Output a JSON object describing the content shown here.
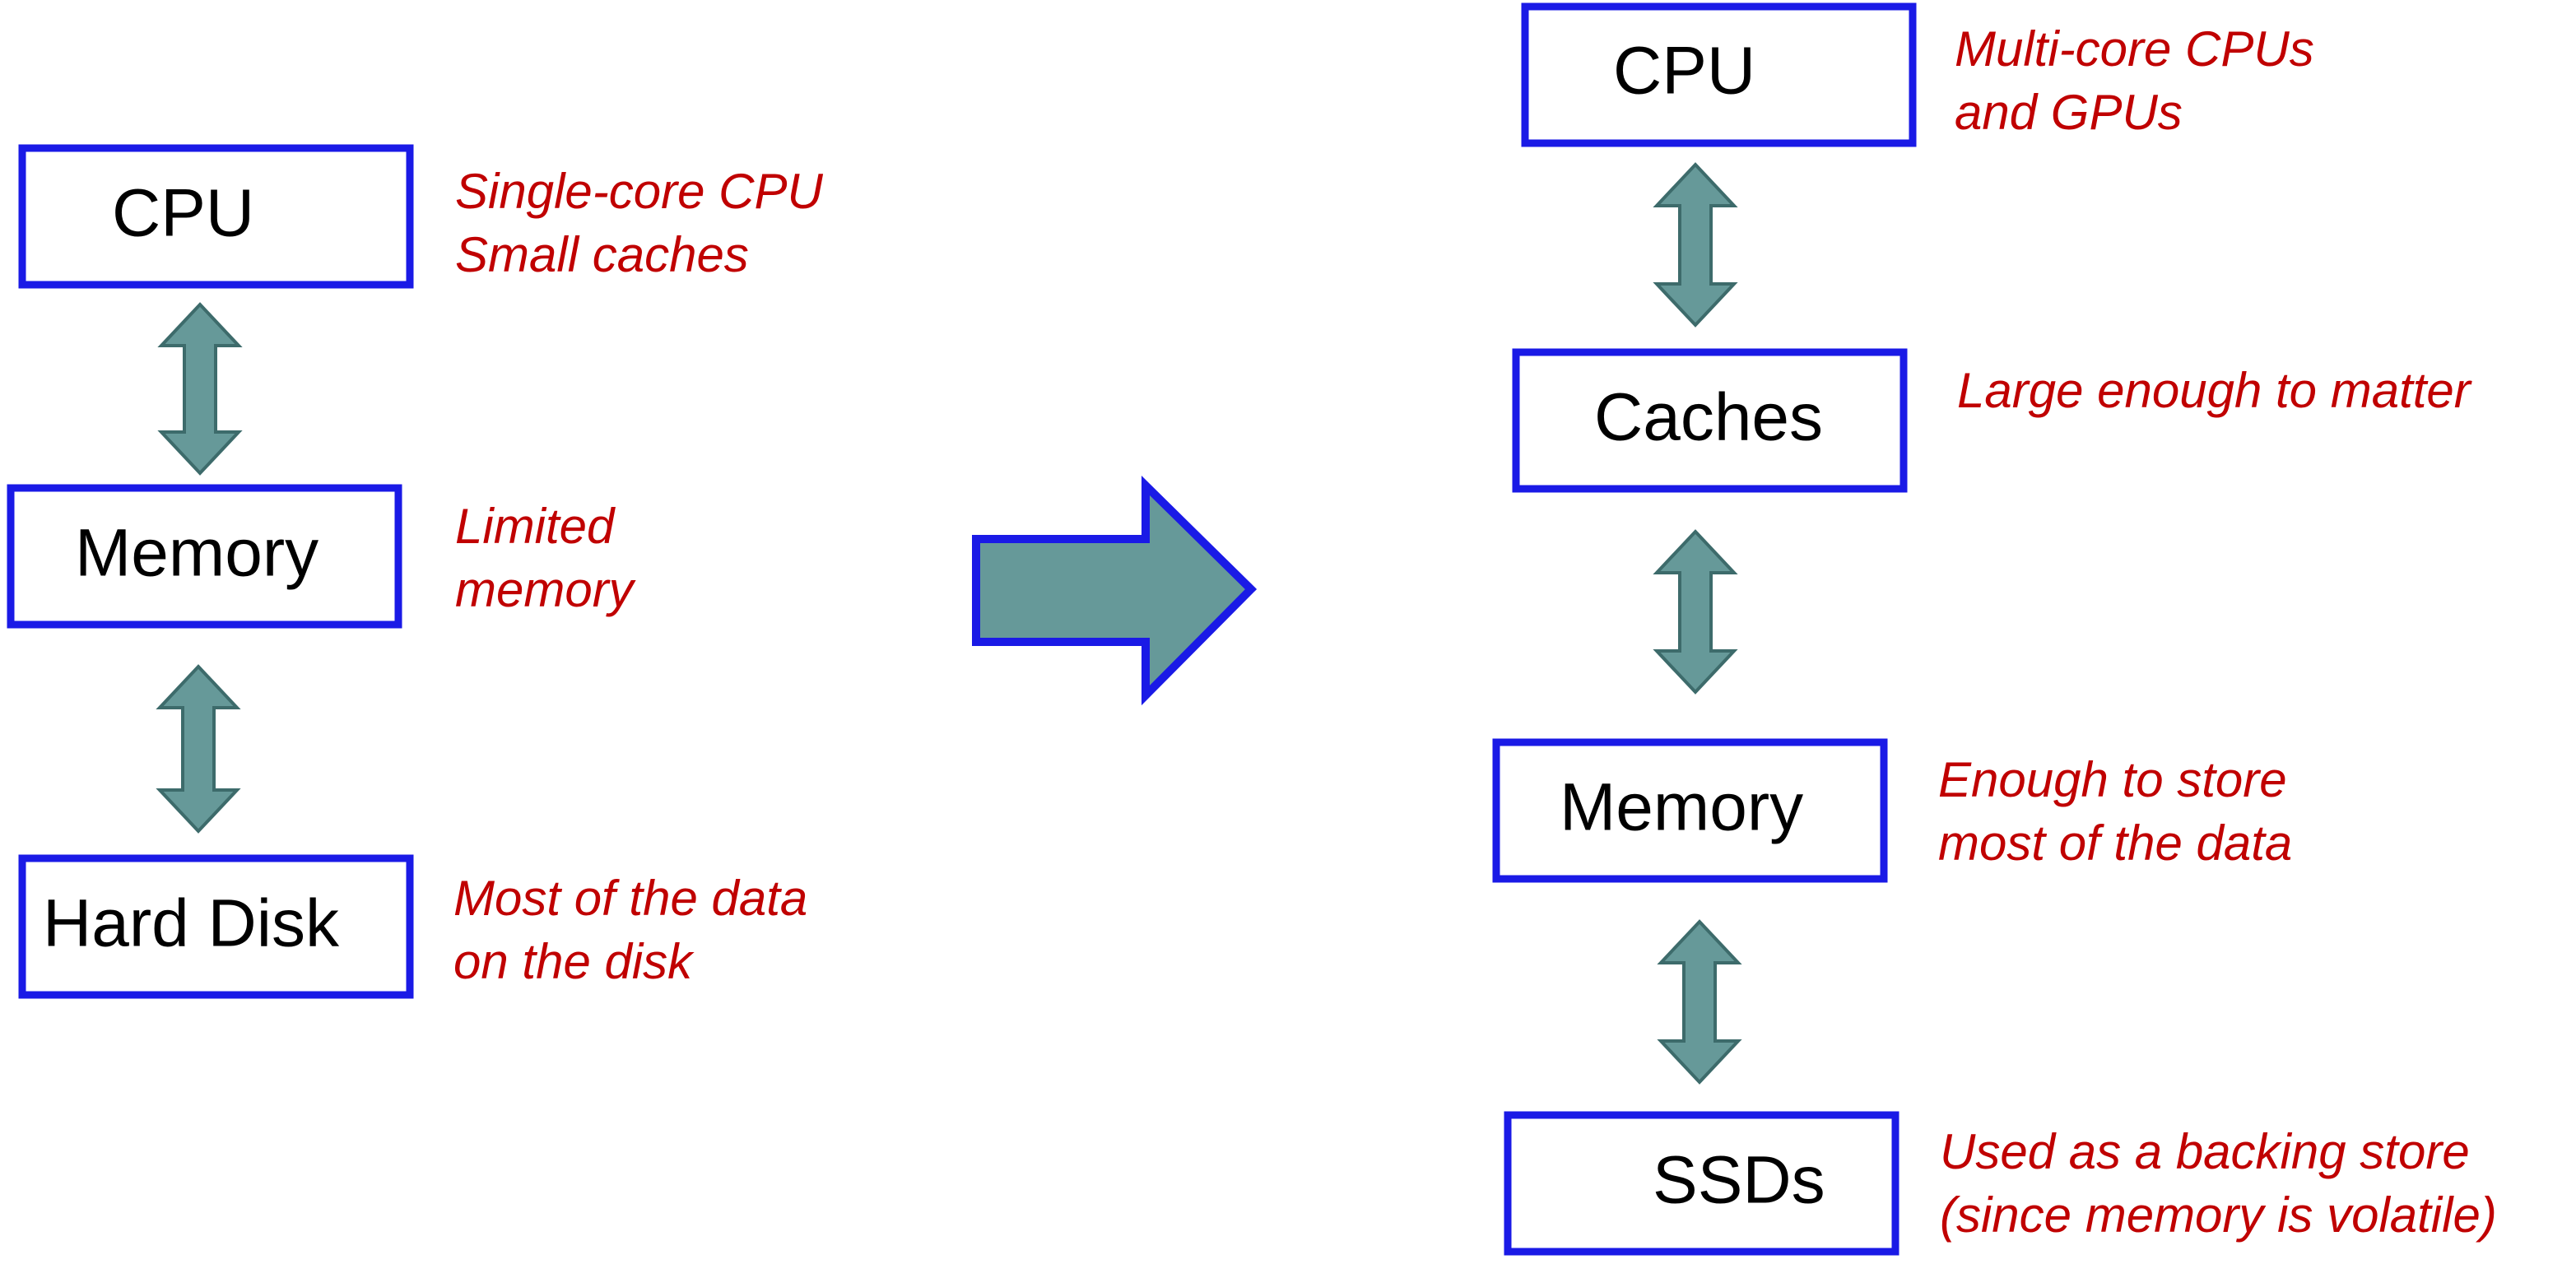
{
  "before": {
    "cpu": {
      "label": "CPU",
      "note_line1": "Single-core CPU",
      "note_line2": "Small caches"
    },
    "memory": {
      "label": "Memory",
      "note_line1": "Limited",
      "note_line2": "memory"
    },
    "disk": {
      "label": "Hard Disk",
      "note_line1": "Most of the data",
      "note_line2": "on the disk"
    }
  },
  "after": {
    "cpu": {
      "label": "CPU",
      "note_line1": "Multi-core CPUs",
      "note_line2": "and GPUs"
    },
    "caches": {
      "label": "Caches",
      "note_line1": "Large enough to matter"
    },
    "memory": {
      "label": "Memory",
      "note_line1": "Enough to store",
      "note_line2": "most of the data"
    },
    "ssds": {
      "label": "SSDs",
      "note_line1": "Used as a backing store",
      "note_line2": "(since memory is volatile)"
    }
  },
  "colors": {
    "box_border": "#1a1ae6",
    "note_text": "#c00000",
    "arrow_fill": "#669999"
  }
}
